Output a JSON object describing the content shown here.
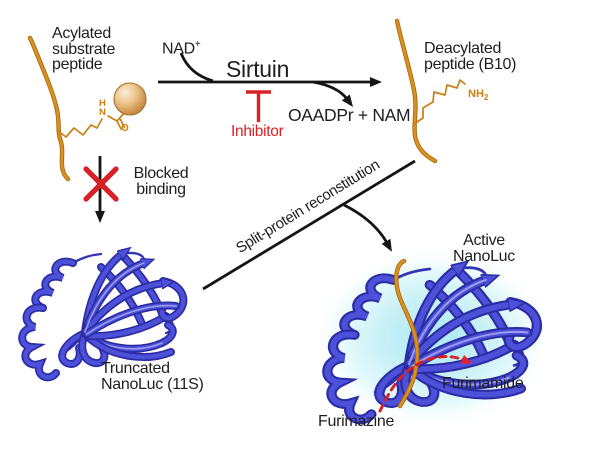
{
  "labels": {
    "acylated": "Acylated\nsubstrate\npeptide",
    "nad": "NAD",
    "nad_sup": "+",
    "sirtuin": "Sirtuin",
    "inhibitor": "Inhibitor",
    "products": "OAADPr + NAM",
    "deacylated": "Deacylated\npeptide (B10)",
    "blocked": "Blocked\nbinding",
    "split": "Split-protein reconstitution",
    "truncated": "Truncated\nNanoLuc (11S)",
    "active": "Active\nNanoLuc",
    "furimamide": "Furimamide",
    "furimazine": "Furimazine",
    "nh2": "NH",
    "nh2_sub": "2",
    "amide": "H\nN",
    "carbonyl_o": "O"
  },
  "colors": {
    "text": "#1e1e1e",
    "red": "#d92027",
    "dash_red": "#e4202c",
    "peptide_orange": "#dd9022",
    "ribbon_blue": "#4d50d8",
    "ribbon_dark": "#2b2da4",
    "glow_cyan": "#c6f0f6",
    "acyl_ball_tan": "#ecc68d"
  }
}
